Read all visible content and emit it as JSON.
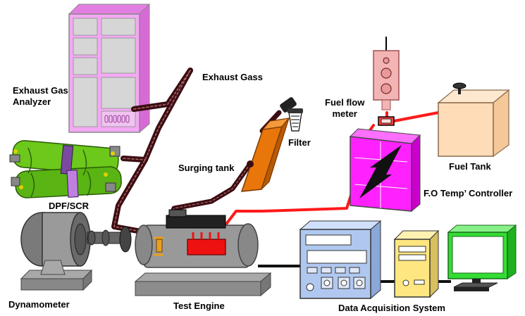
{
  "labels": {
    "exhaust_gas_analyzer": "Exhaust Gas\nAnalyzer",
    "exhaust_gass": "Exhaust Gass",
    "filter": "Filter",
    "fuel_flow_meter": "Fuel flow\nmeter",
    "surging_tank": "Surging tank",
    "fuel_tank": "Fuel Tank",
    "dpf_scr": "DPF/SCR",
    "fo_temp_controller": "F.O Temp’ Controller",
    "dynamometer": "Dynamometer",
    "test_engine": "Test Engine",
    "data_acquisition_system": "Data Acquisition System"
  },
  "colors": {
    "analyzer": "#f4a9f4",
    "analyzer_window": "#d6d6d6",
    "exhaust_pipe": "#3b0d12",
    "surging_tank": "#e8760a",
    "flow_meter": "#f2b4b4",
    "fuel_line": "#ff1a1a",
    "controller": "#ff22ff",
    "fuel_tank": "#ffdcb8",
    "dpf_green": "#6cc81a",
    "engine_gray": "#8c8c8c",
    "injector_red": "#ee1111",
    "daq_blue": "#b0c8f0",
    "monitor_green": "#33dd33"
  }
}
